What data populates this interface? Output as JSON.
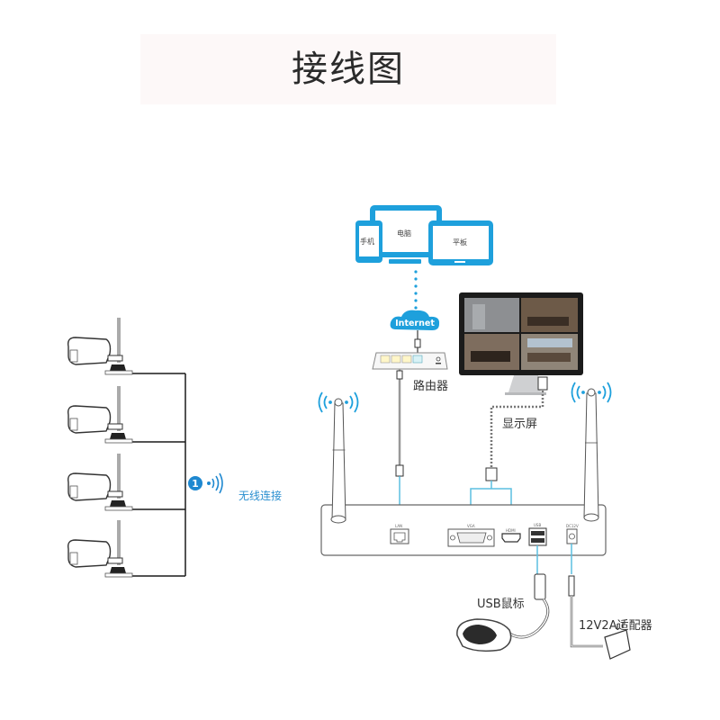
{
  "title": "接线图",
  "devices": {
    "phone": "手机",
    "computer": "电脑",
    "tablet": "平板"
  },
  "cloud": {
    "label": "Internet"
  },
  "router": {
    "label": "路由器"
  },
  "monitor": {
    "label": "显示屏"
  },
  "wireless": {
    "step": "1",
    "label": "无线连接"
  },
  "nvr": {
    "ports": [
      "LAN",
      "VGA",
      "HDMI",
      "USB",
      "DC12V"
    ]
  },
  "mouse": {
    "label": "USB鼠标"
  },
  "adapter": {
    "label": "12V2A适配器"
  },
  "cameras": {
    "count": 4
  },
  "colors": {
    "accent_blue": "#1ea0dc",
    "line_blue": "#5bbfe0",
    "line_dark": "#1a1a1a",
    "title_band": "#fdf8f8"
  }
}
